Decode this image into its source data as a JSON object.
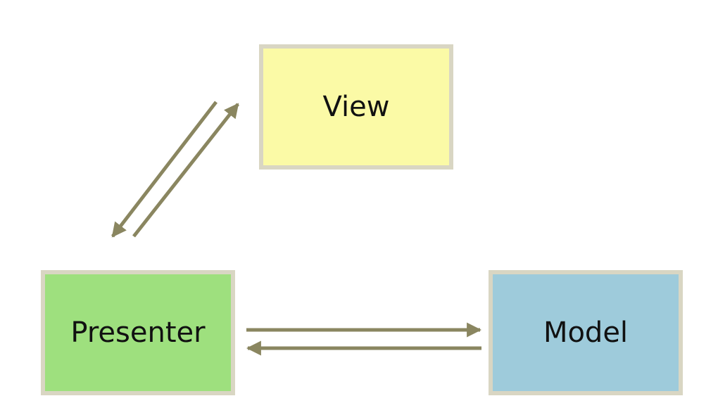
{
  "nodes": {
    "view": {
      "label": "View",
      "fill": "#fbfaa6"
    },
    "presenter": {
      "label": "Presenter",
      "fill": "#9ee07e"
    },
    "model": {
      "label": "Model",
      "fill": "#9ecbdb"
    }
  },
  "colors": {
    "border": "#d9d6c3",
    "arrow": "#8a8660"
  },
  "edges": [
    {
      "from": "view",
      "to": "presenter"
    },
    {
      "from": "presenter",
      "to": "view"
    },
    {
      "from": "presenter",
      "to": "model"
    },
    {
      "from": "model",
      "to": "presenter"
    }
  ]
}
